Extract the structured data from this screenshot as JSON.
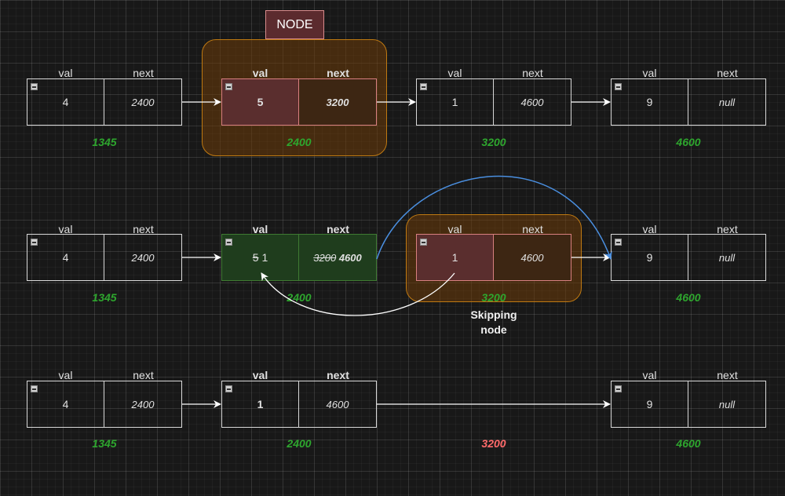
{
  "headers": {
    "val": "val",
    "next": "next"
  },
  "tag": "NODE",
  "caption_line1": "Skipping",
  "caption_line2": "node",
  "rows": [
    {
      "nodes": [
        {
          "val": "4",
          "next": "2400",
          "addr": "1345"
        },
        {
          "val": "5",
          "next": "3200",
          "addr": "2400"
        },
        {
          "val": "1",
          "next": "4600",
          "addr": "3200"
        },
        {
          "val": "9",
          "next": "null",
          "addr": "4600"
        }
      ]
    },
    {
      "nodes": [
        {
          "val": "4",
          "next": "2400",
          "addr": "1345"
        },
        {
          "val_old": "5",
          "val_new": "1",
          "next_old": "3200",
          "next_new": "4600",
          "addr": "2400"
        },
        {
          "val": "1",
          "next": "4600",
          "addr": "3200"
        },
        {
          "val": "9",
          "next": "null",
          "addr": "4600"
        }
      ]
    },
    {
      "nodes": [
        {
          "val": "4",
          "next": "2400",
          "addr": "1345"
        },
        {
          "val": "1",
          "next": "4600",
          "addr": "2400"
        },
        {
          "addr": "3200"
        },
        {
          "val": "9",
          "next": "null",
          "addr": "4600"
        }
      ]
    }
  ],
  "colors": {
    "address": "#2ea62e",
    "removed_address": "#ff6a6a",
    "highlight_box": "#c07a12",
    "skip_arrow": "#4a8fe0"
  }
}
